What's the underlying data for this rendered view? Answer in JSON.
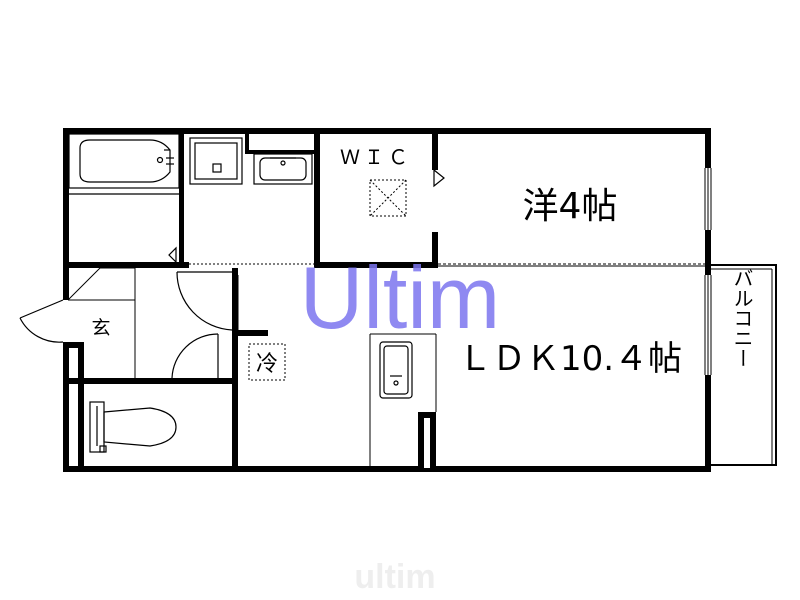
{
  "rooms": {
    "wic": "ＷＩＣ",
    "western": "洋4帖",
    "ldk": "ＬＤＫ10.４帖",
    "entrance": "玄",
    "fridge": "冷",
    "balcony": "バルコニー"
  },
  "watermark": {
    "main": "Ultim",
    "footer": "ultim"
  },
  "colors": {
    "watermark_main": "#7b74ee",
    "watermark_footer": "#eeeeee",
    "wall": "#000000"
  }
}
